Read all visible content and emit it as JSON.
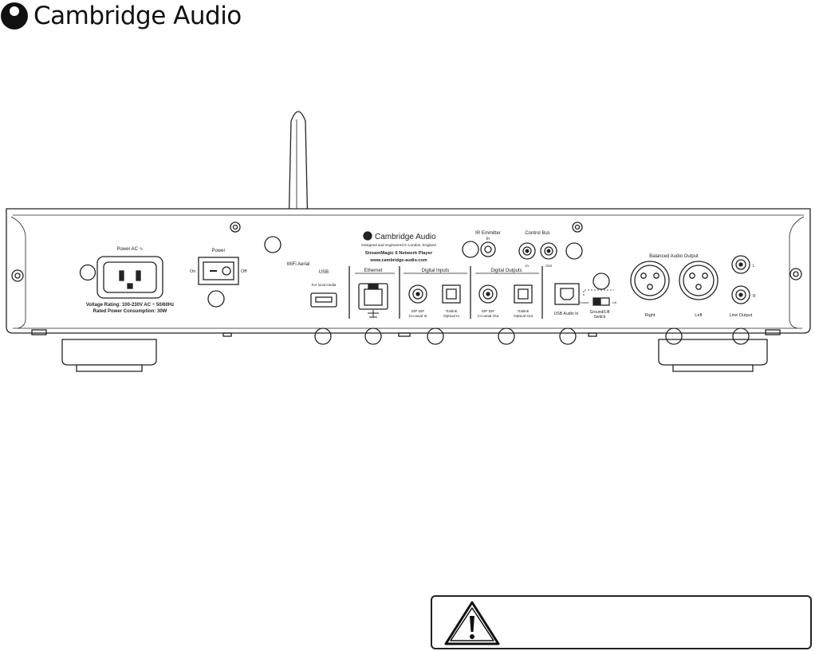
{
  "brand": {
    "name": "Cambridge Audio"
  },
  "panel": {
    "power_ac": "Power AC ∿",
    "voltage_rating": "Voltage Rating: 100-230V AC ~ 50/60Hz",
    "power_consumption": "Rated Power Consumption: 30W",
    "power": "Power",
    "on": "On",
    "off": "Off",
    "wifi_aerial": "WiFi Aerial",
    "usb": "USB",
    "usb_sub": "For local media",
    "ethernet": "Ethernet",
    "digital_inputs": "Digital Inputs",
    "spdif_in": "S/P DIF",
    "coaxial_in": "Co-axial In",
    "toslink_in": "Toslink",
    "optical_in": "Optical In",
    "digital_outputs": "Digital Outputs",
    "spdif_out": "S/P DIF",
    "coaxial_out": "Co-axial Out",
    "toslink_out": "Toslink",
    "optical_out": "Optical Out",
    "product_brand": "Cambridge Audio",
    "designed": "Designed and engineered in London, England",
    "product_name": "StreamMagic 6 Network Player",
    "website": "www.cambridge-audio.com",
    "ir_emitter": "IR Emmitter",
    "ir_in": "In",
    "control_bus": "Control Bus",
    "cb_in": "In",
    "cb_out": "Out",
    "usb_audio_in": "USB Audio In",
    "ground": "Ground",
    "lift": "Lift",
    "ground_lift_1": "Ground/Lift",
    "ground_lift_2": "Switch",
    "balanced_output": "Balanced Audio Output",
    "right": "Right",
    "left": "Left",
    "line_output": "Line Output",
    "l": "L",
    "r": "R"
  }
}
